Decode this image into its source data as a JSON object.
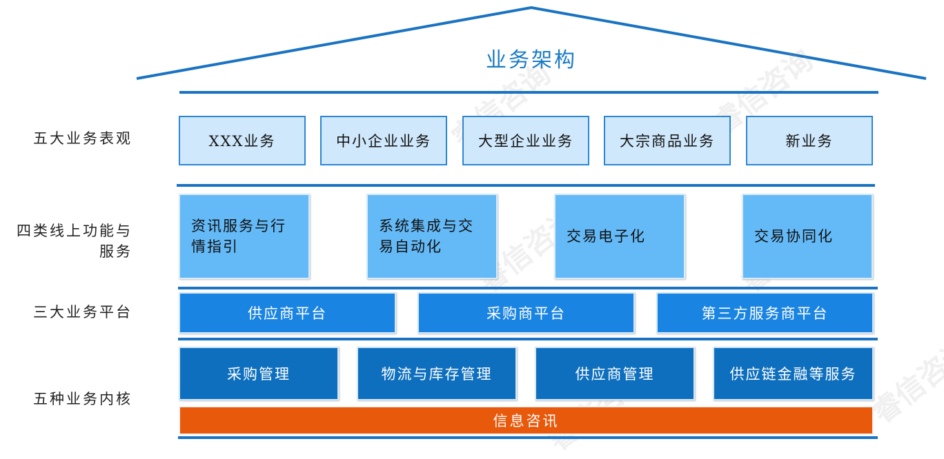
{
  "title": "业务架构",
  "watermark": "睿信咨询",
  "row_labels": {
    "five_business": "五大业务表观",
    "four_online_line1": "四类线上功能与",
    "four_online_line2": "服务",
    "three_platforms": "三大业务平台",
    "five_cores": "五种业务内核"
  },
  "businesses": [
    "XXX业务",
    "中小企业业务",
    "大型企业业务",
    "大宗商品业务",
    "新业务"
  ],
  "functions": [
    {
      "line1": "资讯服务与行",
      "line2": "情指引"
    },
    {
      "line1": "系统集成与交",
      "line2": "易自动化"
    },
    {
      "line1": "交易电子化",
      "line2": ""
    },
    {
      "line1": "交易协同化",
      "line2": ""
    }
  ],
  "platforms": [
    "供应商平台",
    "采购商平台",
    "第三方服务商平台"
  ],
  "cores": [
    "采购管理",
    "物流与库存管理",
    "供应商管理",
    "供应链金融等服务"
  ],
  "info_bar": "信息咨讯",
  "colors": {
    "roof": "#1a73c2",
    "light_box": "#cfe8fb",
    "func_box": "#64b9f7",
    "platform_box": "#1a84e2",
    "core_box": "#0e6fbf",
    "info_bar": "#e8590c"
  }
}
